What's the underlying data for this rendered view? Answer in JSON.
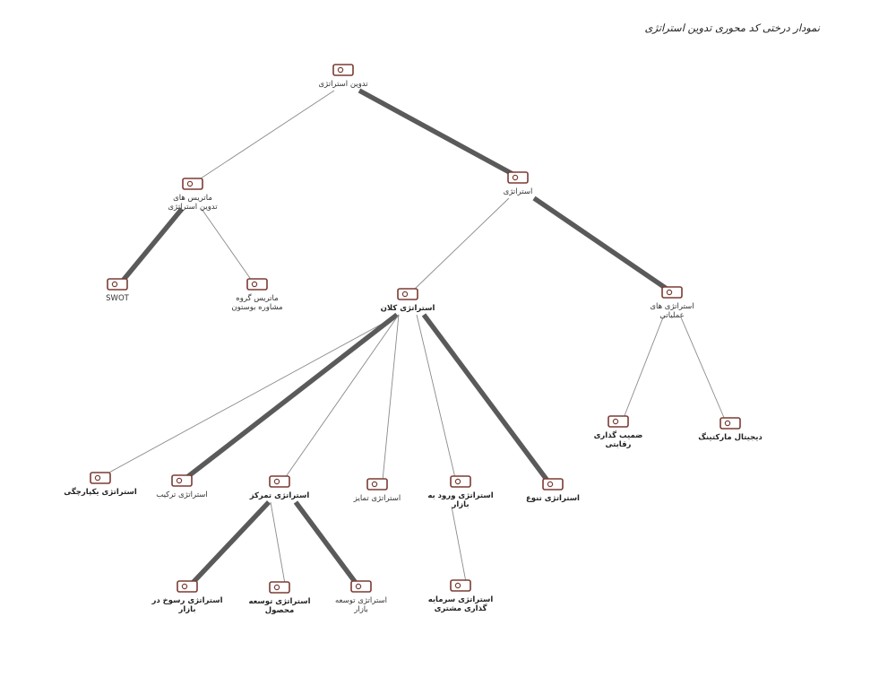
{
  "title": "نمودار درختی کد محوری تدوین استراتژی",
  "nodes": {
    "root": {
      "label": [
        "تدوین استراتژی"
      ]
    },
    "strategy_matrices": {
      "label": [
        "ماتریس های",
        "تدوین استراتژی"
      ]
    },
    "strategy": {
      "label": [
        "استراتژی"
      ]
    },
    "swot": {
      "label": [
        "SWOT"
      ]
    },
    "bcg": {
      "label": [
        "ماتریس گروه",
        "مشاوره بوستون"
      ]
    },
    "general": {
      "label": [
        "استراتژی کلان"
      ]
    },
    "operational": {
      "label": [
        "استراتژی های",
        "عملیاتی"
      ]
    },
    "positioning": {
      "label": [
        "ضمیب گذاری",
        "رقابتی"
      ]
    },
    "digital_marketing": {
      "label": [
        "دیجیتال مارکتینگ"
      ]
    },
    "integration": {
      "label": [
        "استراتژی یکپارچگی"
      ]
    },
    "combination": {
      "label": [
        "استراتژی ترکیب"
      ]
    },
    "focus": {
      "label": [
        "استراتژی تمرکز"
      ]
    },
    "differentiation": {
      "label": [
        "استراتژی تمایز"
      ]
    },
    "market_entry": {
      "label": [
        "استراتژی ورود به",
        "بازار"
      ]
    },
    "diversification": {
      "label": [
        "استراتژی تنوع"
      ]
    },
    "market_penetration": {
      "label": [
        "استراتژی رسوخ در",
        "بازار"
      ]
    },
    "product_development": {
      "label": [
        "استراتژی توسعه",
        "محصول"
      ]
    },
    "market_development": {
      "label": [
        "استراتژی توسعه",
        "بازار"
      ]
    },
    "customer_capital": {
      "label": [
        "استراتژی سرمایه",
        "گذاری مشتری"
      ]
    }
  }
}
